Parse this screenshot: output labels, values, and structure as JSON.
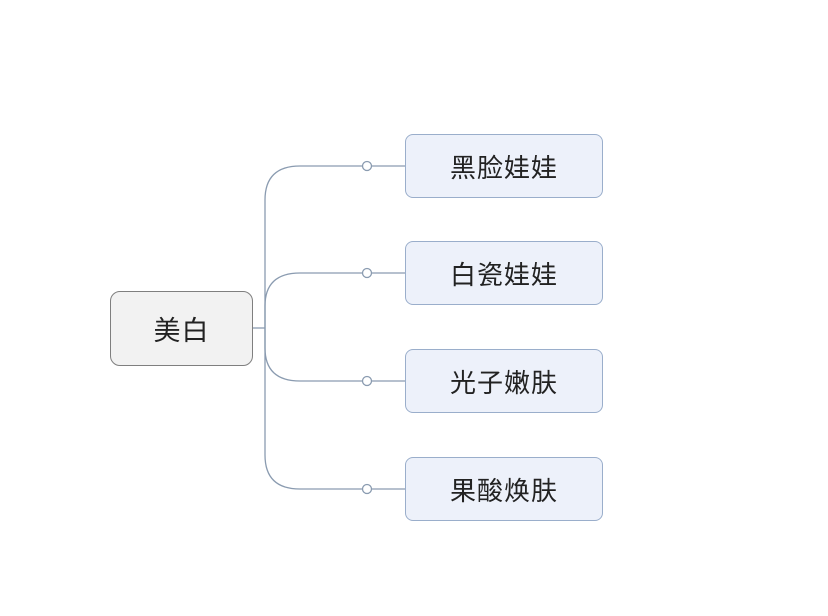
{
  "root": {
    "label": "美白"
  },
  "children": [
    {
      "label": "黑脸娃娃"
    },
    {
      "label": "白瓷娃娃"
    },
    {
      "label": "光子嫩肤"
    },
    {
      "label": "果酸焕肤"
    }
  ],
  "colors": {
    "root_fill": "#f2f2f2",
    "root_border": "#7f7f7f",
    "child_fill": "#edf1fa",
    "child_border": "#9aaecb",
    "connector": "#8a9bb0"
  }
}
